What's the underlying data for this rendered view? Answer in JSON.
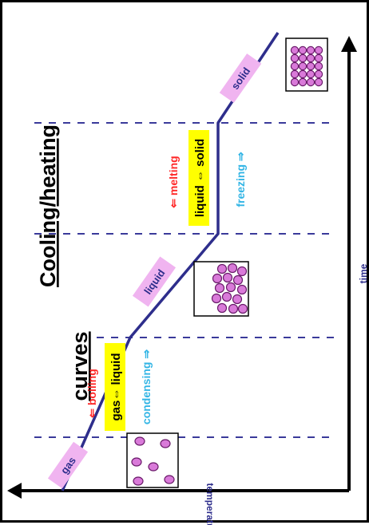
{
  "title": {
    "line1": "Cooling/heating",
    "line2": "curves"
  },
  "axes": {
    "y_label": "temperature",
    "x_label": "time"
  },
  "states": {
    "gas": "gas",
    "liquid": "liquid",
    "solid": "solid"
  },
  "transitions": {
    "gas_liquid": "gas⇔ liquid",
    "liquid_solid": "liquid ⇔ solid",
    "boiling": "⇐ boiling",
    "condensing": "condensing ⇒",
    "melting": "⇐ melting",
    "freezing": "freezing ⇒"
  },
  "colors": {
    "curve": "#2e2e8c",
    "dashed": "#3a3a9a",
    "state_label_bg": "#f0b4f0",
    "state_label_text": "#2e2e8c",
    "transition_bg": "#ffff00",
    "heating_text": "#ff2a2a",
    "cooling_text": "#33b5e5",
    "particle_fill": "#d97ad9",
    "particle_stroke": "#6a1b6a"
  }
}
